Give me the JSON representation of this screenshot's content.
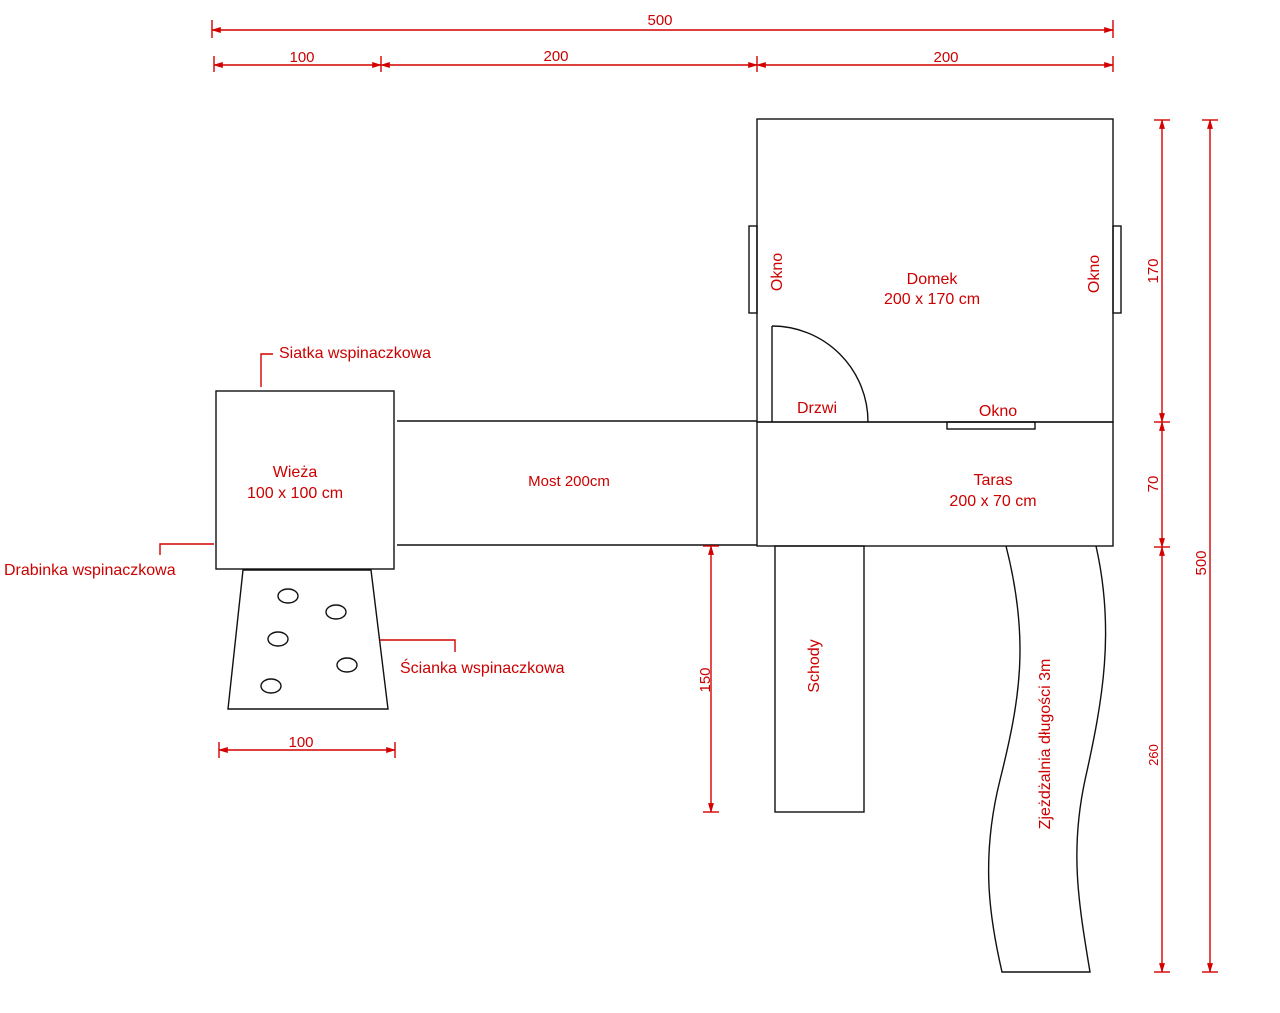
{
  "colors": {
    "annotation": "#cc0000",
    "outline": "#111111"
  },
  "dimensions": {
    "top_total": "500",
    "top_segment_1": "100",
    "top_segment_2": "200",
    "top_segment_3": "200",
    "right_total": "500",
    "right_segment_1": "170",
    "right_segment_2": "70",
    "right_segment_3": "260",
    "bottom_tower_width": "100",
    "stairs_length": "150"
  },
  "labels": {
    "tower_title": "Wieża",
    "tower_size": "100 x 100 cm",
    "bridge": "Most 200cm",
    "house_title": "Domek",
    "house_size": "200 x 170 cm",
    "window_left": "Okno",
    "window_right": "Okno",
    "window_bottom": "Okno",
    "door": "Drzwi",
    "terrace_title": "Taras",
    "terrace_size": "200 x 70 cm",
    "stairs": "Schody",
    "slide": "Zjeżdżalnia długości 3m",
    "climbing_net": "Siatka wspinaczkowa",
    "climbing_ladder": "Drabinka wspinaczkowa",
    "climbing_wall": "Ścianka wspinaczkowa"
  }
}
